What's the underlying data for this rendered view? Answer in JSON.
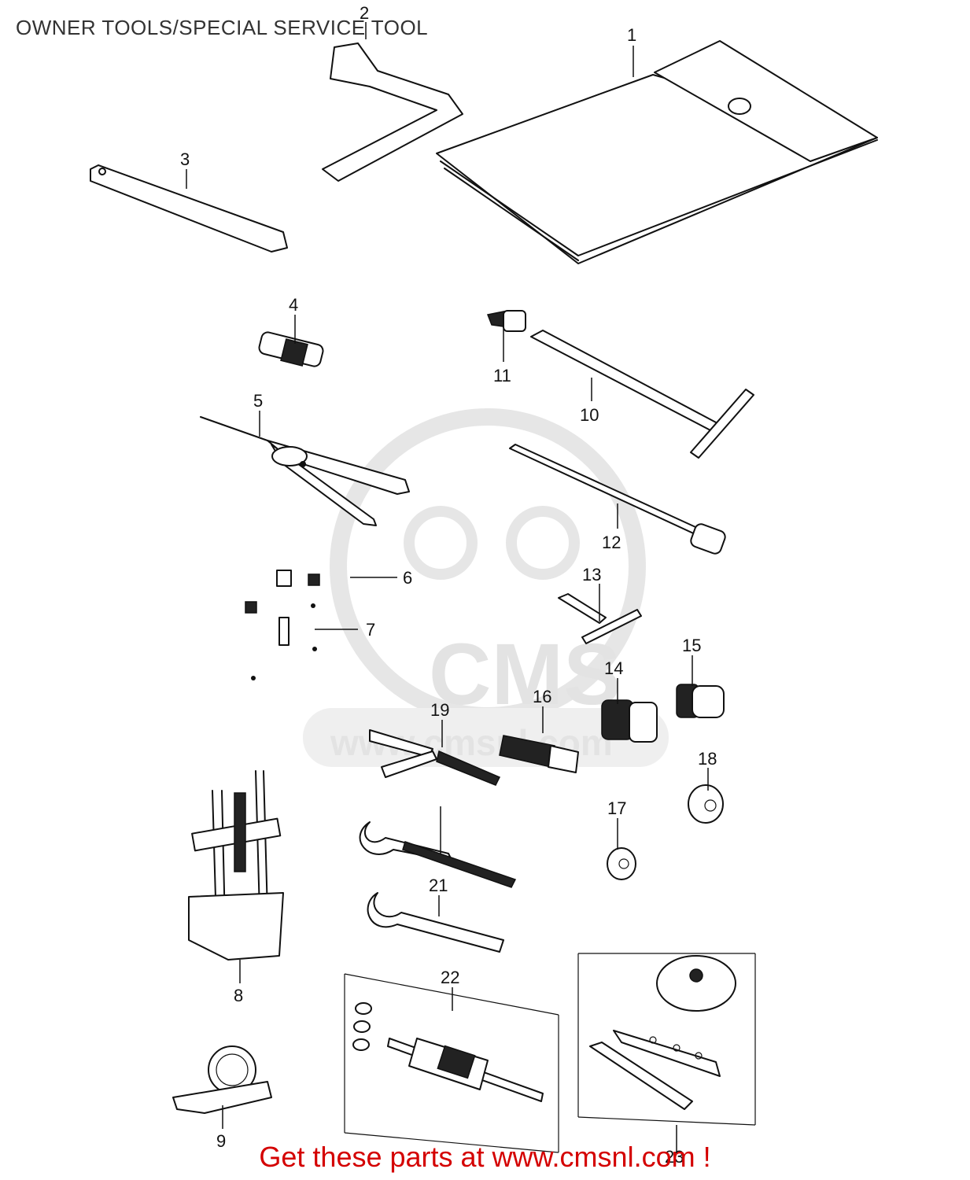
{
  "header": {
    "title": "OWNER TOOLS/SPECIAL SERVICE TOOL"
  },
  "footer": {
    "promo_text": "Get these parts at www.cmsnl.com !"
  },
  "watermark": {
    "brand": "CMS",
    "url": "www.cmsnl.com"
  },
  "parts": [
    {
      "id": "part-1",
      "label": "1"
    },
    {
      "id": "part-2",
      "label": "2"
    },
    {
      "id": "part-3",
      "label": "3"
    },
    {
      "id": "part-4",
      "label": "4"
    },
    {
      "id": "part-5",
      "label": "5"
    },
    {
      "id": "part-6",
      "label": "6"
    },
    {
      "id": "part-7",
      "label": "7"
    },
    {
      "id": "part-8",
      "label": "8"
    },
    {
      "id": "part-9",
      "label": "9"
    },
    {
      "id": "part-10",
      "label": "10"
    },
    {
      "id": "part-11",
      "label": "11"
    },
    {
      "id": "part-12",
      "label": "12"
    },
    {
      "id": "part-13",
      "label": "13"
    },
    {
      "id": "part-14",
      "label": "14"
    },
    {
      "id": "part-15",
      "label": "15"
    },
    {
      "id": "part-16",
      "label": "16"
    },
    {
      "id": "part-17",
      "label": "17"
    },
    {
      "id": "part-18",
      "label": "18"
    },
    {
      "id": "part-19",
      "label": "19"
    },
    {
      "id": "part-21",
      "label": "21"
    },
    {
      "id": "part-22",
      "label": "22"
    },
    {
      "id": "part-23",
      "label": "23"
    }
  ],
  "colors": {
    "promo": "#d40000",
    "ink": "#111111",
    "watermark": "#e3e3e3"
  }
}
